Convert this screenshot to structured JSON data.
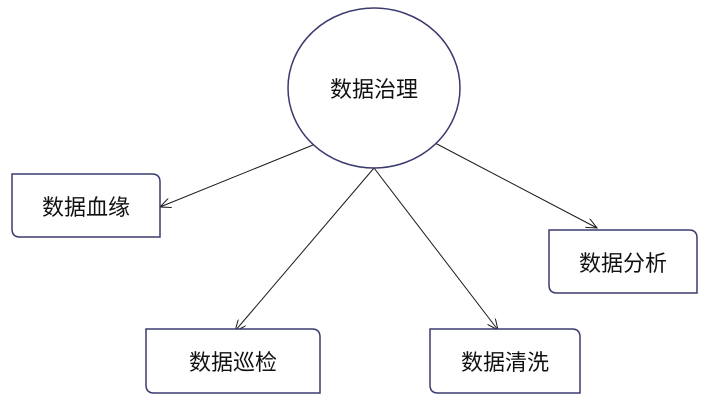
{
  "diagram": {
    "root": {
      "id": "governance",
      "label": "数据治理",
      "shape": "ellipse"
    },
    "children": [
      {
        "id": "lineage",
        "label": "数据血缘",
        "shape": "rounded-rect"
      },
      {
        "id": "analysis",
        "label": "数据分析",
        "shape": "rounded-rect"
      },
      {
        "id": "inspection",
        "label": "数据巡检",
        "shape": "rounded-rect"
      },
      {
        "id": "cleansing",
        "label": "数据清洗",
        "shape": "rounded-rect"
      }
    ],
    "edges": [
      {
        "from": "governance",
        "to": "lineage"
      },
      {
        "from": "governance",
        "to": "analysis"
      },
      {
        "from": "governance",
        "to": "inspection"
      },
      {
        "from": "governance",
        "to": "cleansing"
      }
    ],
    "colors": {
      "node_stroke": "#3b3a6e",
      "edge_stroke": "#1a1a1a",
      "text": "#111111"
    }
  }
}
